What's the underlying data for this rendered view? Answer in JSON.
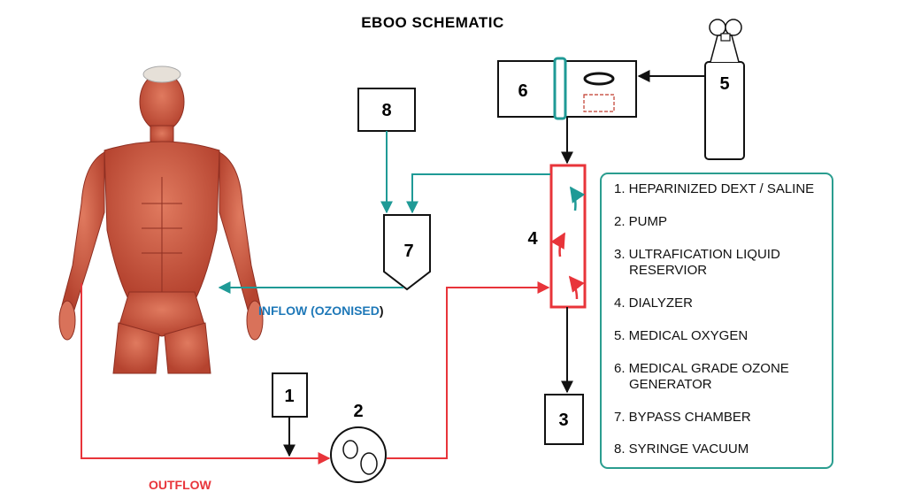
{
  "title": "EBOO SCHEMATIC",
  "labels": {
    "inflow": "INFLOW (OZONISED",
    "inflow_paren": ")",
    "outflow": "OUTFLOW"
  },
  "components": {
    "n1": "1",
    "n2": "2",
    "n3": "3",
    "n4": "4",
    "n5": "5",
    "n6": "6",
    "n7": "7",
    "n8": "8"
  },
  "legend": [
    "1. HEPARINIZED DEXT / SALINE",
    "2. PUMP",
    "3. ULTRAFICATION LIQUID",
    "RESERVIOR",
    "4. DIALYZER",
    "5. MEDICAL OXYGEN",
    "6. MEDICAL GRADE OZONE",
    "GENERATOR",
    "7. BYPASS CHAMBER",
    "8. SYRINGE VACUUM"
  ],
  "colors": {
    "red": "#e8343a",
    "teal": "#1f9a96",
    "inflow_text": "#1e78b8",
    "black": "#111111",
    "muscle": "#c8553d",
    "legend_border": "#2a9d8f"
  }
}
